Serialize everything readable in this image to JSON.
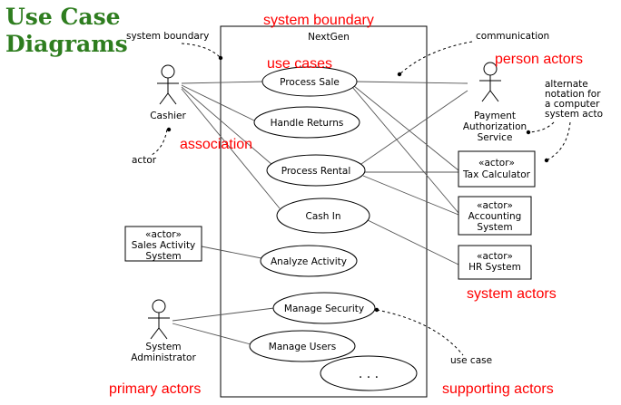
{
  "title": {
    "line1": "Use Case",
    "line2": "Diagrams"
  },
  "system_name": "NextGen",
  "use_cases": [
    "Process Sale",
    "Handle Returns",
    "Process Rental",
    "Cash In",
    "Analyze Activity",
    "Manage Security",
    "Manage Users",
    ". . ."
  ],
  "actors": {
    "cashier": "Cashier",
    "payment_line1": "Payment",
    "payment_line2": "Authorization",
    "payment_line3": "Service",
    "admin_line1": "System",
    "admin_line2": "Administrator"
  },
  "system_actors": {
    "stereotype": "«actor»",
    "tax": "Tax Calculator",
    "accounting_line1": "Accounting",
    "accounting_line2": "System",
    "hr": "HR System",
    "sales_line1": "Sales Activity",
    "sales_line2": "System"
  },
  "annotations": {
    "system_boundary_black": "system boundary",
    "communication": "communication",
    "actor": "actor",
    "alt_line1": "alternate",
    "alt_line2": "notation for",
    "alt_line3": "a computer",
    "alt_line4": "system acto",
    "use_case": "use case"
  },
  "red_labels": {
    "system_boundary": "system boundary",
    "use_cases": "use cases",
    "person_actors": "person actors",
    "association": "association",
    "system_actors": "system actors",
    "primary_actors": "primary actors",
    "supporting_actors": "supporting actors"
  }
}
